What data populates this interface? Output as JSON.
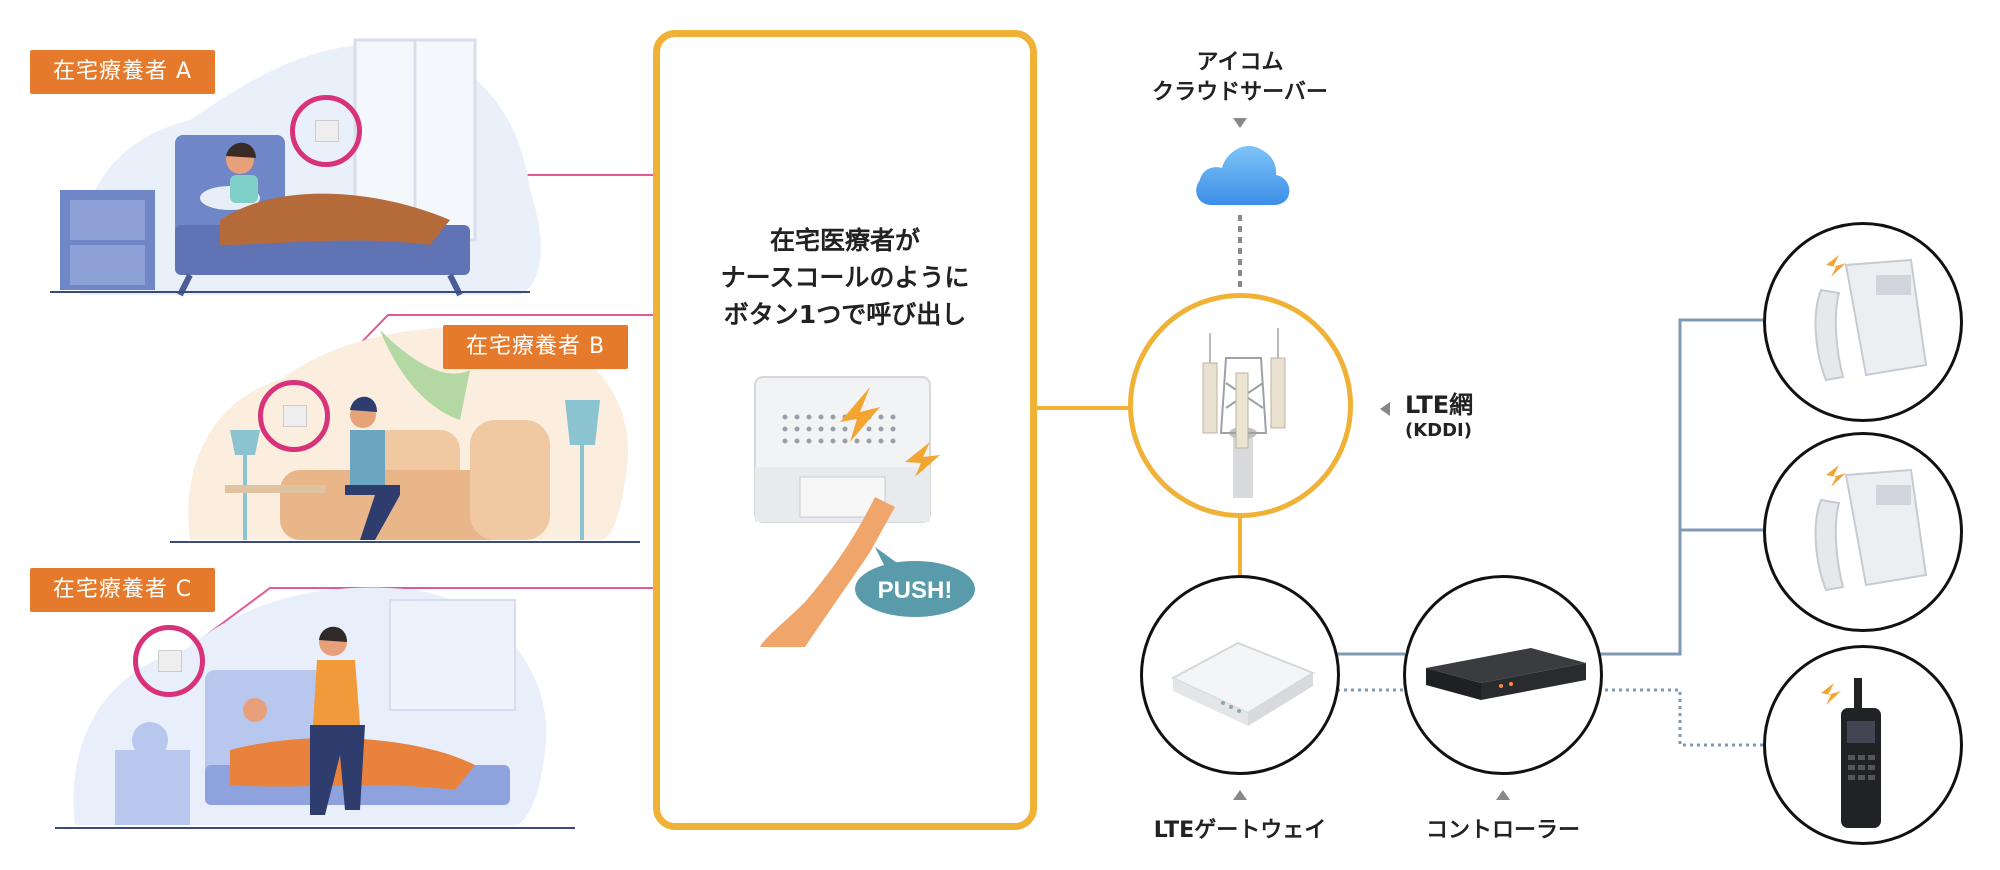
{
  "patients": [
    {
      "label": "在宅療養者 A"
    },
    {
      "label": "在宅療養者 B"
    },
    {
      "label": "在宅療養者 C"
    }
  ],
  "center": {
    "line1": "在宅医療者が",
    "line2": "ナースコールのように",
    "line3": "ボタン1つで呼び出し",
    "push_label": "PUSH!"
  },
  "cloud": {
    "line1": "アイコム",
    "line2": "クラウドサーバー"
  },
  "lte": {
    "line1": "LTE網",
    "line2": "(KDDI)"
  },
  "gateway": {
    "label": "LTEゲートウェイ"
  },
  "controller": {
    "label": "コントローラー"
  },
  "colors": {
    "accent": "#f0b236",
    "tag": "#e57a2c",
    "ring": "#d8337a",
    "blue_line": "#7f9ab5"
  }
}
